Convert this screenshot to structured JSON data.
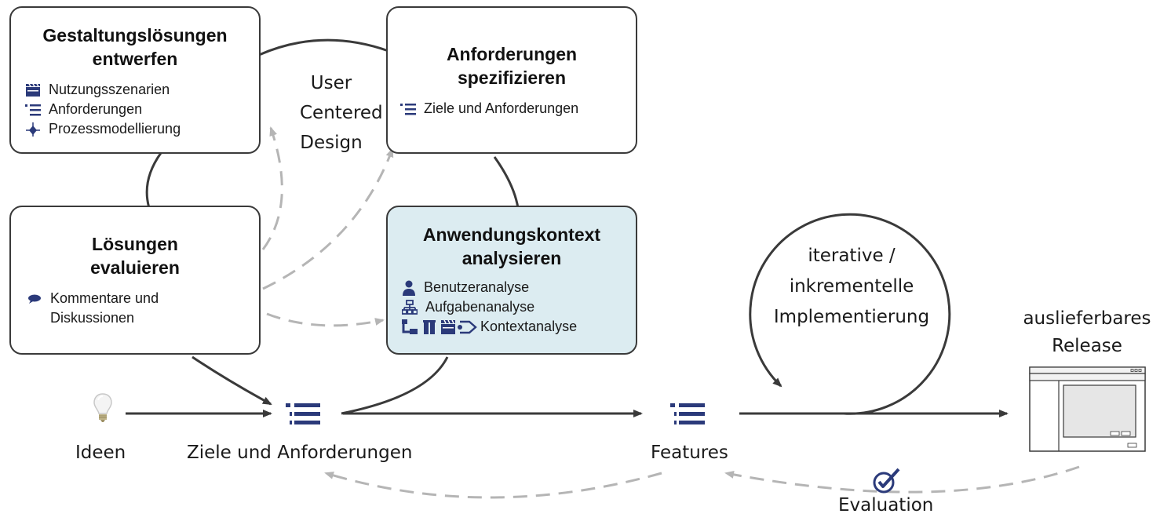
{
  "diagram": {
    "ucd_label": [
      "User",
      "Centered",
      "Design"
    ],
    "iterative_label": [
      "iterative /",
      "inkrementelle",
      "Implementierung"
    ],
    "release_label": [
      "auslieferbares",
      "Release"
    ],
    "flow_labels": {
      "ideen": "Ideen",
      "ziele": "Ziele und Anforderungen",
      "features": "Features",
      "evaluation": "Evaluation"
    },
    "boxes": {
      "gestaltung": {
        "title": [
          "Gestaltungslösungen",
          "entwerfen"
        ],
        "items": [
          {
            "icon": "clapperboard-icon",
            "label": "Nutzungsszenarien"
          },
          {
            "icon": "list-icon",
            "label": "Anforderungen"
          },
          {
            "icon": "process-model-icon",
            "label": "Prozessmodellierung"
          }
        ]
      },
      "spezifizieren": {
        "title": [
          "Anforderungen",
          "spezifizieren"
        ],
        "items": [
          {
            "icon": "list-icon",
            "label": "Ziele und Anforderungen"
          }
        ]
      },
      "evaluieren": {
        "title": [
          "Lösungen",
          "evaluieren"
        ],
        "items": [
          {
            "icon": "comment-bubble-icon",
            "label": "Kommentare und"
          },
          {
            "icon": "",
            "label": "Diskussionen"
          }
        ]
      },
      "kontext": {
        "title": [
          "Anwendungskontext",
          "analysieren"
        ],
        "items": [
          {
            "icon": "user-icon",
            "label": "Benutzeranalyse"
          },
          {
            "icon": "hierarchy-icon",
            "label": "Aufgabenanalyse"
          },
          {
            "icon": "context-icons",
            "label": "Kontextanalyse"
          }
        ]
      }
    },
    "colors": {
      "icon_navy": "#2b3a7a",
      "highlight_box": "#dcecf1",
      "line": "#3a3a3a",
      "dashed": "#b5b5b5"
    }
  }
}
